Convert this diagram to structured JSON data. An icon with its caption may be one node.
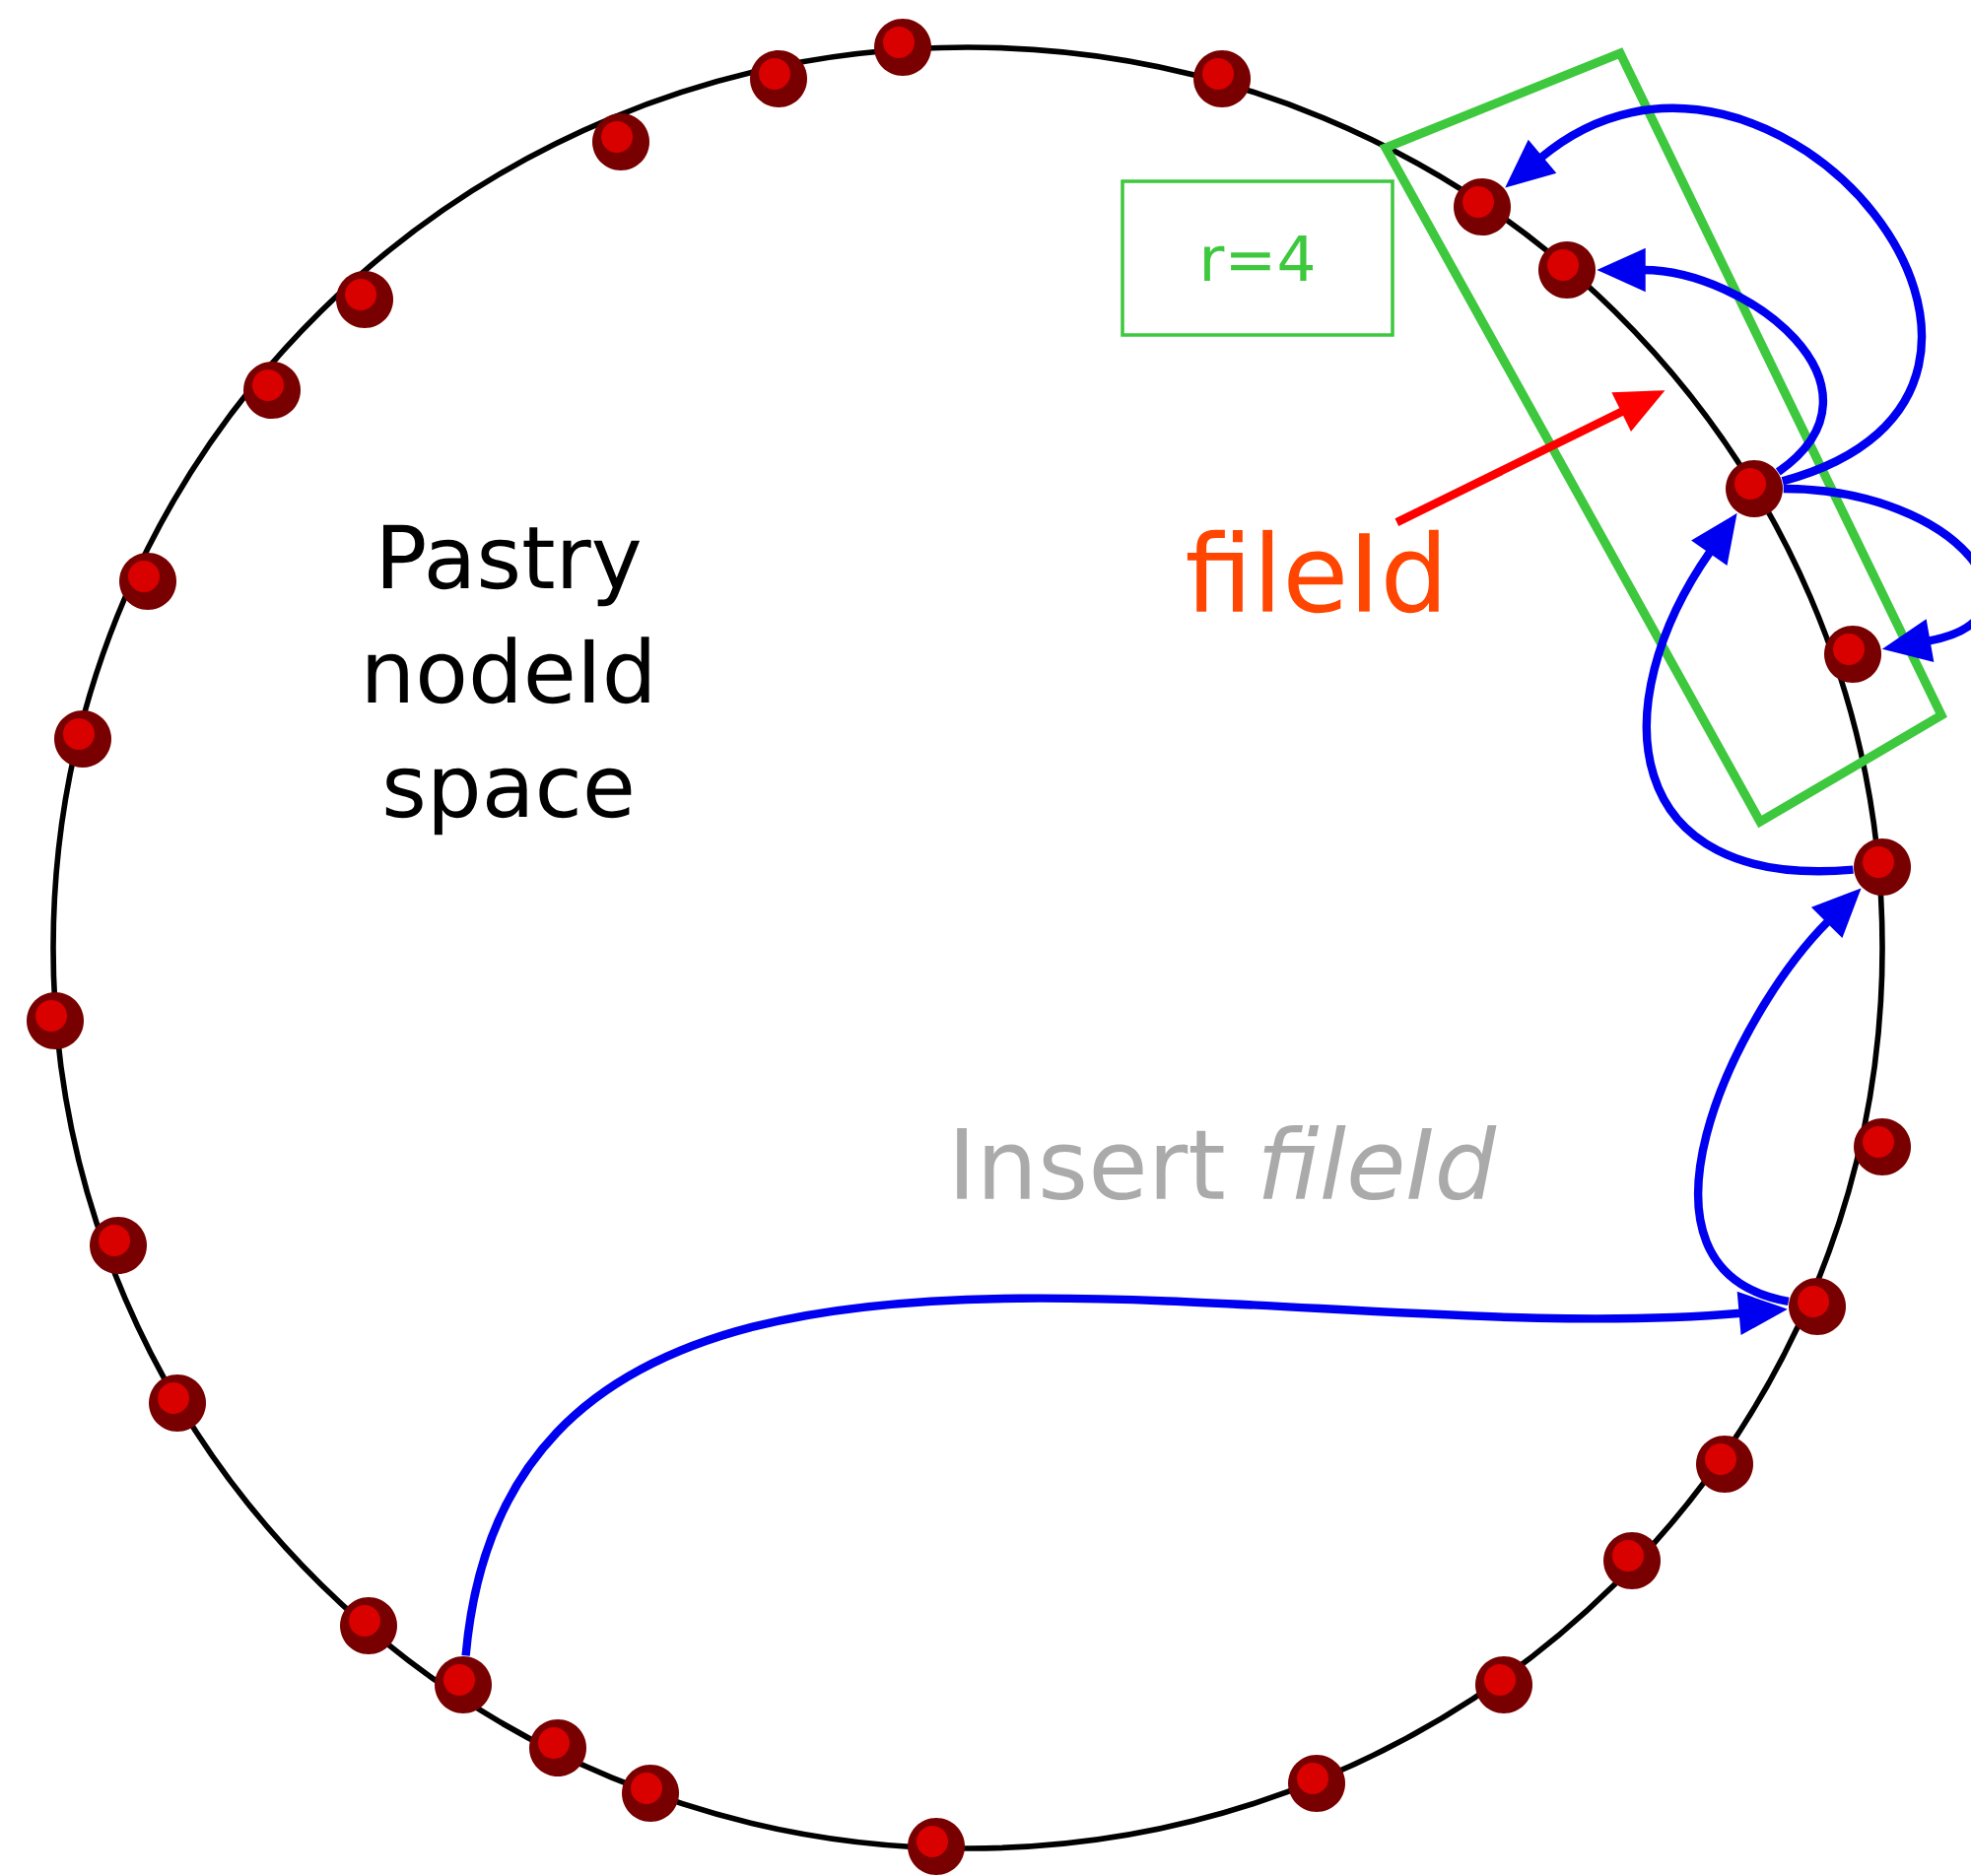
{
  "diagram": {
    "nodes": [
      {
        "text": [],
        "shape": "circle"
      },
      {
        "text": [],
        "shape": "circle"
      },
      {
        "text": [],
        "shape": "circle"
      },
      {
        "text": [],
        "shape": "circle"
      },
      {
        "text": [],
        "shape": "circle"
      },
      {
        "text": [],
        "shape": "circle"
      },
      {
        "text": [],
        "shape": "circle"
      },
      {
        "text": [],
        "shape": "circle"
      },
      {
        "text": [],
        "shape": "circle"
      },
      {
        "text": [],
        "shape": "circle"
      },
      {
        "text": [],
        "shape": "circle"
      },
      {
        "text": [],
        "shape": "circle"
      },
      {
        "text": [],
        "shape": "circle"
      },
      {
        "text": [],
        "shape": "circle"
      },
      {
        "text": [],
        "shape": "circle"
      },
      {
        "text": [],
        "shape": "circle"
      },
      {
        "text": [],
        "shape": "circle"
      },
      {
        "text": [],
        "shape": "circle"
      },
      {
        "text": [],
        "shape": "circle"
      },
      {
        "text": [],
        "shape": "circle"
      },
      {
        "text": [],
        "shape": "circle"
      },
      {
        "text": [],
        "shape": "circle"
      },
      {
        "text": [],
        "shape": "circle"
      },
      {
        "text": [],
        "shape": "circle"
      },
      {
        "text": [],
        "shape": "circle"
      },
      {
        "text": [],
        "shape": "circle"
      },
      {
        "text": [],
        "shape": "circle"
      },
      {
        "text": [
          "r=4"
        ]
      },
      {
        "text": [
          "fileId"
        ]
      }
    ],
    "edges": [
      {
        "from": 21,
        "to": 16,
        "arrow": "to"
      },
      {
        "from": 16,
        "to": 12,
        "arrow": "to"
      },
      {
        "from": 12,
        "to": 8,
        "arrow": "to"
      },
      {
        "from": 8,
        "to": 4,
        "arrow": "to"
      },
      {
        "from": 8,
        "to": 5,
        "arrow": "to"
      },
      {
        "from": 8,
        "to": 10,
        "arrow": "to"
      },
      {
        "from": 28,
        "to": null,
        "arrow": "to",
        "color": "#ff0000"
      }
    ],
    "labels": [
      "Pastry nodeId space",
      "Insert *fileId*"
    ]
  }
}
